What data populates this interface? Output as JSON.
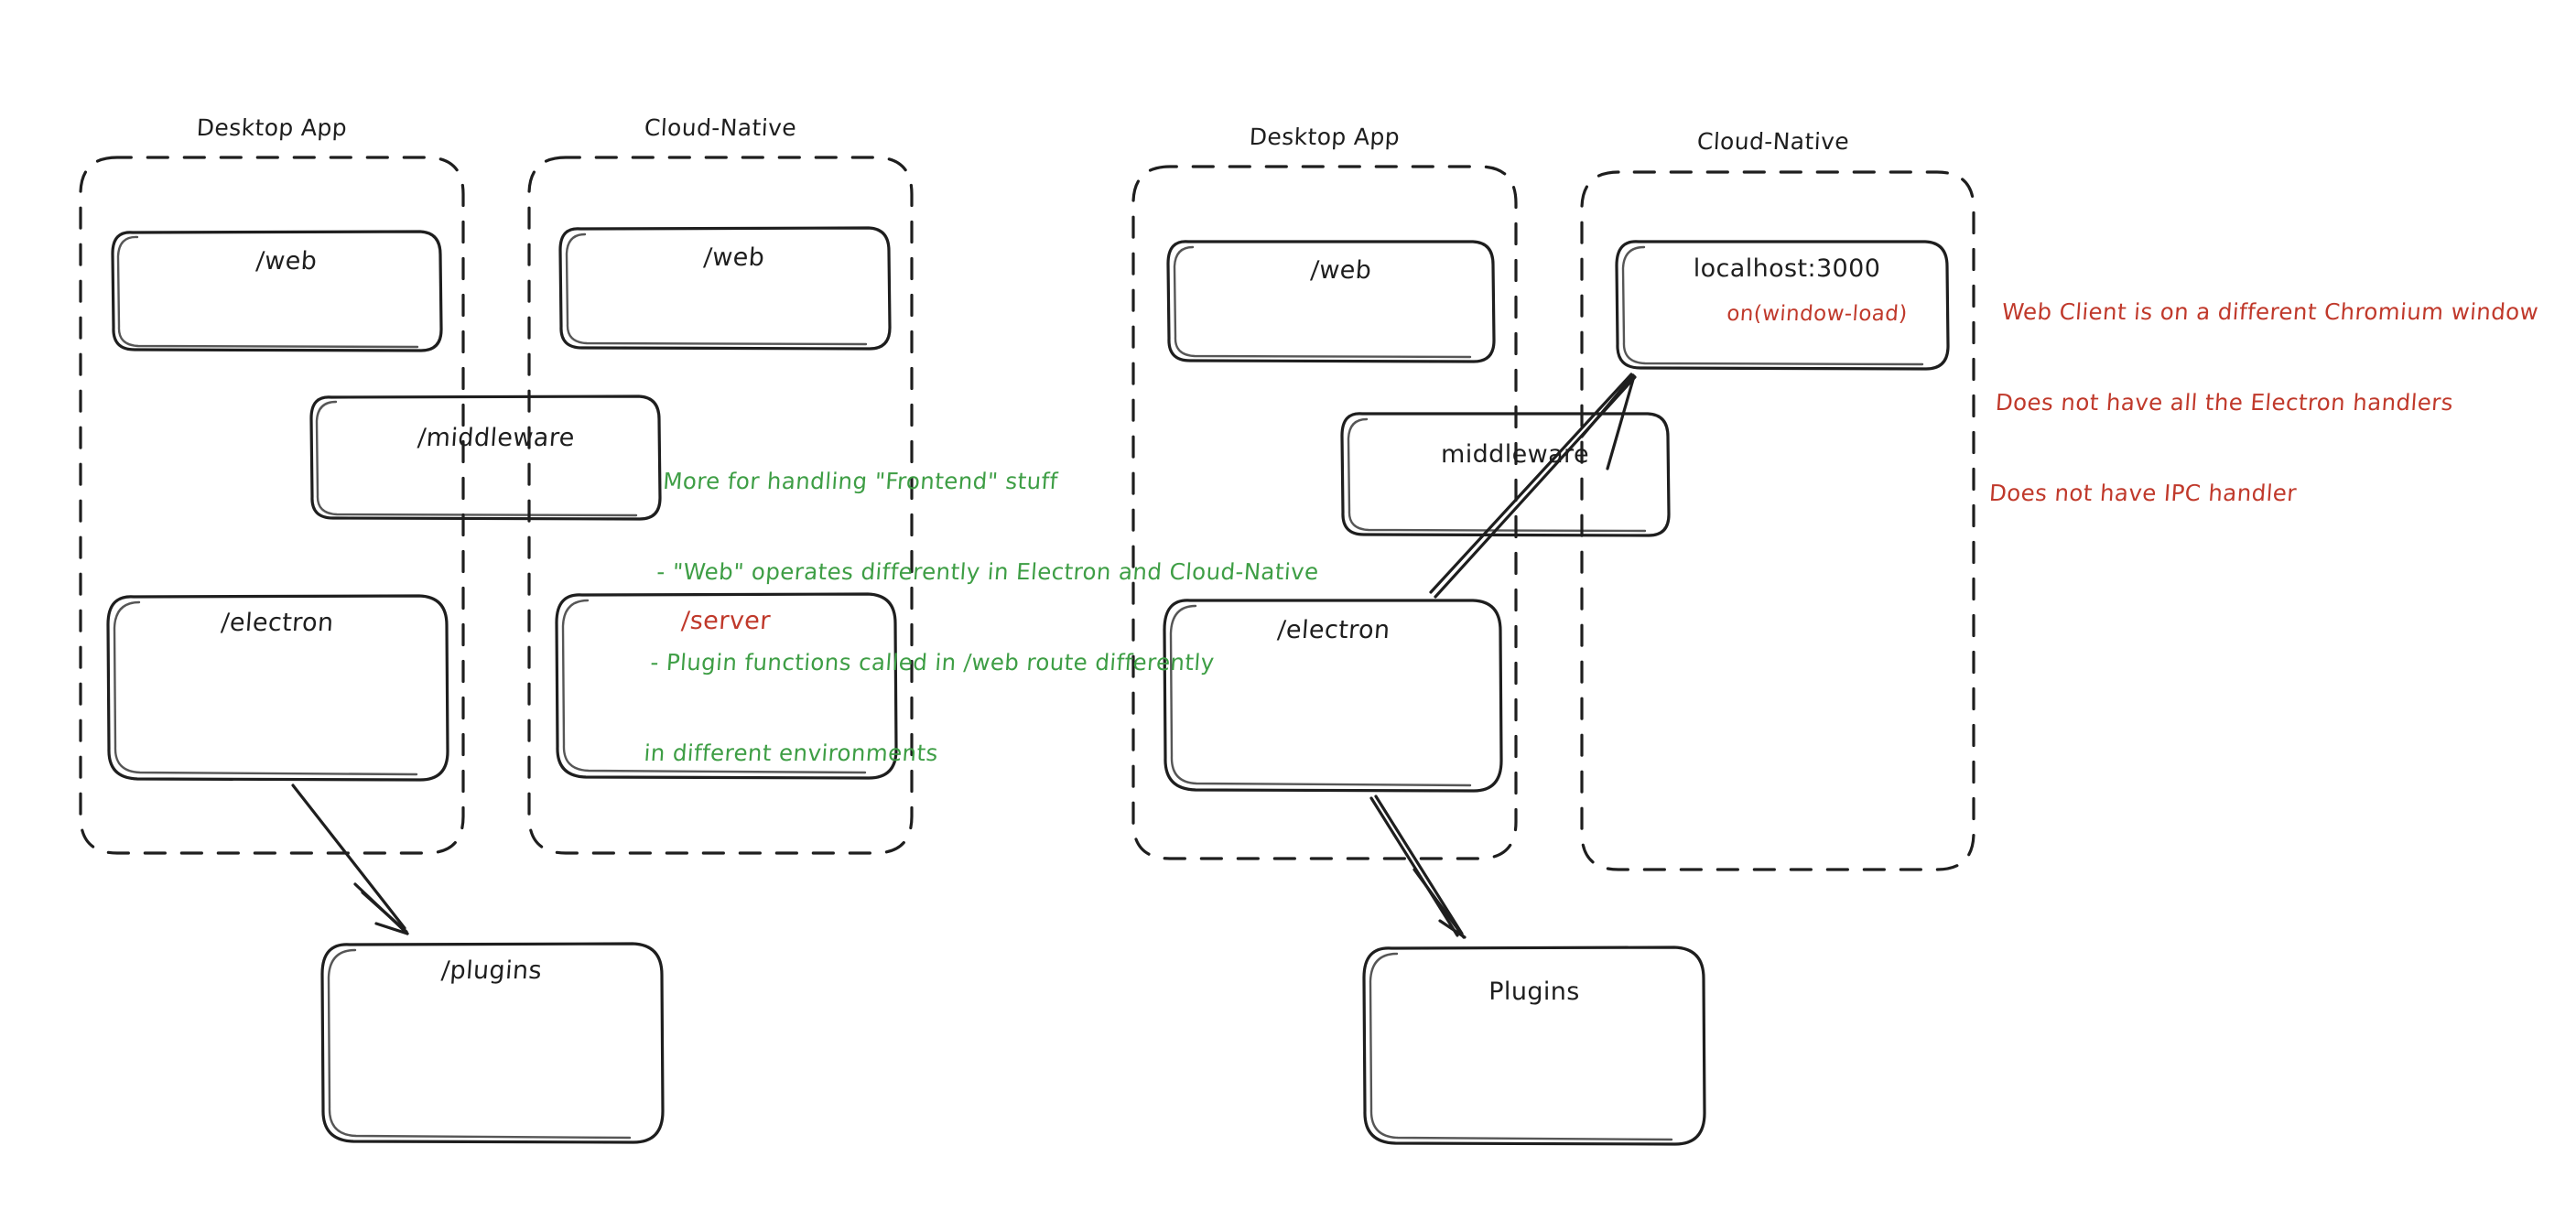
{
  "diagram": {
    "title": "Electron vs Cloud-Native architecture sketch",
    "style": "hand-drawn",
    "background": "#ffffff",
    "colors": {
      "stroke": "#1e1e1e",
      "green_note": "#3e9e45",
      "red_note": "#c0392b"
    }
  },
  "left_diagram": {
    "groups": [
      {
        "id": "left-desktop",
        "label": "Desktop App"
      },
      {
        "id": "left-cloud",
        "label": "Cloud-Native"
      }
    ],
    "boxes": [
      {
        "id": "l-web-desktop",
        "label": "/web"
      },
      {
        "id": "l-web-cloud",
        "label": "/web"
      },
      {
        "id": "l-middleware",
        "label": "/middleware"
      },
      {
        "id": "l-electron",
        "label": "/electron"
      },
      {
        "id": "l-server",
        "label": "/server",
        "color": "#c0392b"
      },
      {
        "id": "l-plugins",
        "label": "/plugins"
      }
    ],
    "arrows": [
      {
        "id": "l-electron-to-plugins",
        "from": "/electron",
        "to": "/plugins"
      }
    ]
  },
  "right_diagram": {
    "groups": [
      {
        "id": "right-desktop",
        "label": "Desktop App"
      },
      {
        "id": "right-cloud",
        "label": "Cloud-Native"
      }
    ],
    "boxes": [
      {
        "id": "r-web",
        "label": "/web"
      },
      {
        "id": "r-localhost",
        "label": "localhost:3000",
        "sub_label": "on(window-load)",
        "sub_color": "#c0392b"
      },
      {
        "id": "r-middleware",
        "label": "middleware"
      },
      {
        "id": "r-electron",
        "label": "/electron"
      },
      {
        "id": "r-plugins",
        "label": "Plugins"
      }
    ],
    "arrows": [
      {
        "id": "r-electron-to-localhost",
        "from": "/electron",
        "to": "localhost:3000"
      },
      {
        "id": "r-electron-to-plugins",
        "from": "/electron",
        "to": "Plugins"
      }
    ]
  },
  "notes": {
    "green": {
      "color": "#3e9e45",
      "lines": [
        "More for handling \"Frontend\" stuff",
        "- \"Web\" operates differently in Electron and Cloud-Native",
        "- Plugin functions called in /web route differently",
        "in different environments"
      ]
    },
    "red": {
      "color": "#c0392b",
      "lines": [
        "Web Client is on a different Chromium window",
        "Does not have all the Electron handlers",
        "Does not have IPC handler"
      ]
    }
  }
}
